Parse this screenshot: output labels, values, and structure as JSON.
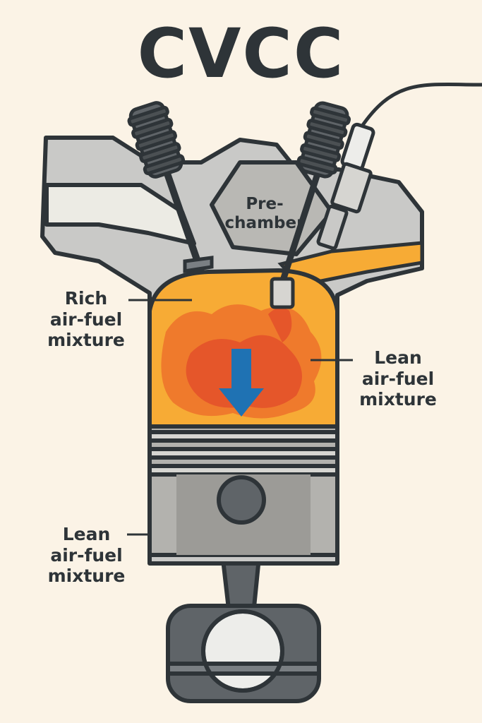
{
  "title": "CVCC",
  "labels": {
    "prechamber": {
      "line1": "Pre-",
      "line2": "chamber"
    },
    "rich_mixture": {
      "line1": "Rich",
      "line2": "air-fuel",
      "line3": "mixture"
    },
    "lean_mixture_main": {
      "line1": "Lean",
      "line2": "air-fuel",
      "line3": "mixture"
    },
    "lean_mixture_lower": {
      "line1": "Lean",
      "line2": "air-fuel",
      "line3": "mixture"
    }
  },
  "colors": {
    "background": "#fbf3e6",
    "outline": "#2e3438",
    "head_gray": "#c9c9c7",
    "port_light": "#ecebe4",
    "mixture_yellow": "#f7ab35",
    "flame_orange": "#ef7a2c",
    "flame_red": "#e5562a",
    "arrow_blue": "#1f72b3"
  },
  "icons": [
    "intake-valve-icon",
    "auxiliary-valve-icon",
    "spark-plug-icon",
    "piston-icon",
    "connecting-rod-icon",
    "down-arrow-icon"
  ]
}
